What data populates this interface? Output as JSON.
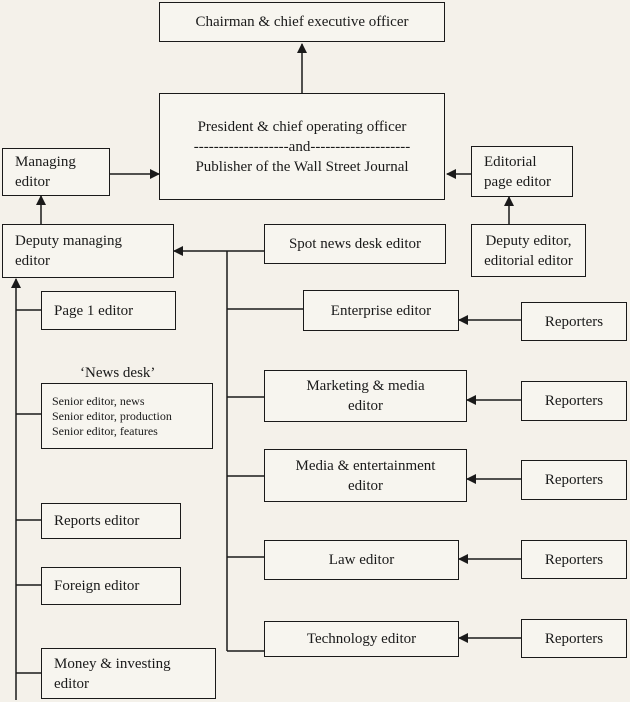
{
  "chart_title": "",
  "nodes": {
    "chairman": [
      "Chairman & chief executive officer"
    ],
    "president": [
      "President & chief operating officer",
      "-------------------and--------------------",
      "Publisher of the Wall Street Journal"
    ],
    "managing_editor": [
      "Managing",
      "editor"
    ],
    "editorial_page_editor": [
      "Editorial",
      "page editor"
    ],
    "deputy_managing_editor": [
      "Deputy managing",
      "editor"
    ],
    "spot_news": [
      "Spot news desk editor"
    ],
    "deputy_editor": [
      "Deputy editor,",
      "editorial editor"
    ],
    "page1": [
      "Page 1 editor"
    ],
    "news_desk_heading": "‘News desk’",
    "news_desk": [
      "Senior editor, news",
      "Senior editor, production",
      "Senior editor, features"
    ],
    "reports": [
      "Reports editor"
    ],
    "foreign": [
      "Foreign editor"
    ],
    "money": [
      "Money & investing",
      "editor"
    ],
    "enterprise": [
      "Enterprise editor"
    ],
    "marketing": [
      "Marketing & media",
      "editor"
    ],
    "media_ent": [
      "Media & entertainment",
      "editor"
    ],
    "law": [
      "Law editor"
    ],
    "technology": [
      "Technology editor"
    ],
    "reporters_1": [
      "Reporters"
    ],
    "reporters_2": [
      "Reporters"
    ],
    "reporters_3": [
      "Reporters"
    ],
    "reporters_4": [
      "Reporters"
    ],
    "reporters_5": [
      "Reporters"
    ]
  },
  "colors": {
    "line": "#1a1a1a",
    "box_fill": "#f7f5ef",
    "background": "#f4f1ea"
  }
}
